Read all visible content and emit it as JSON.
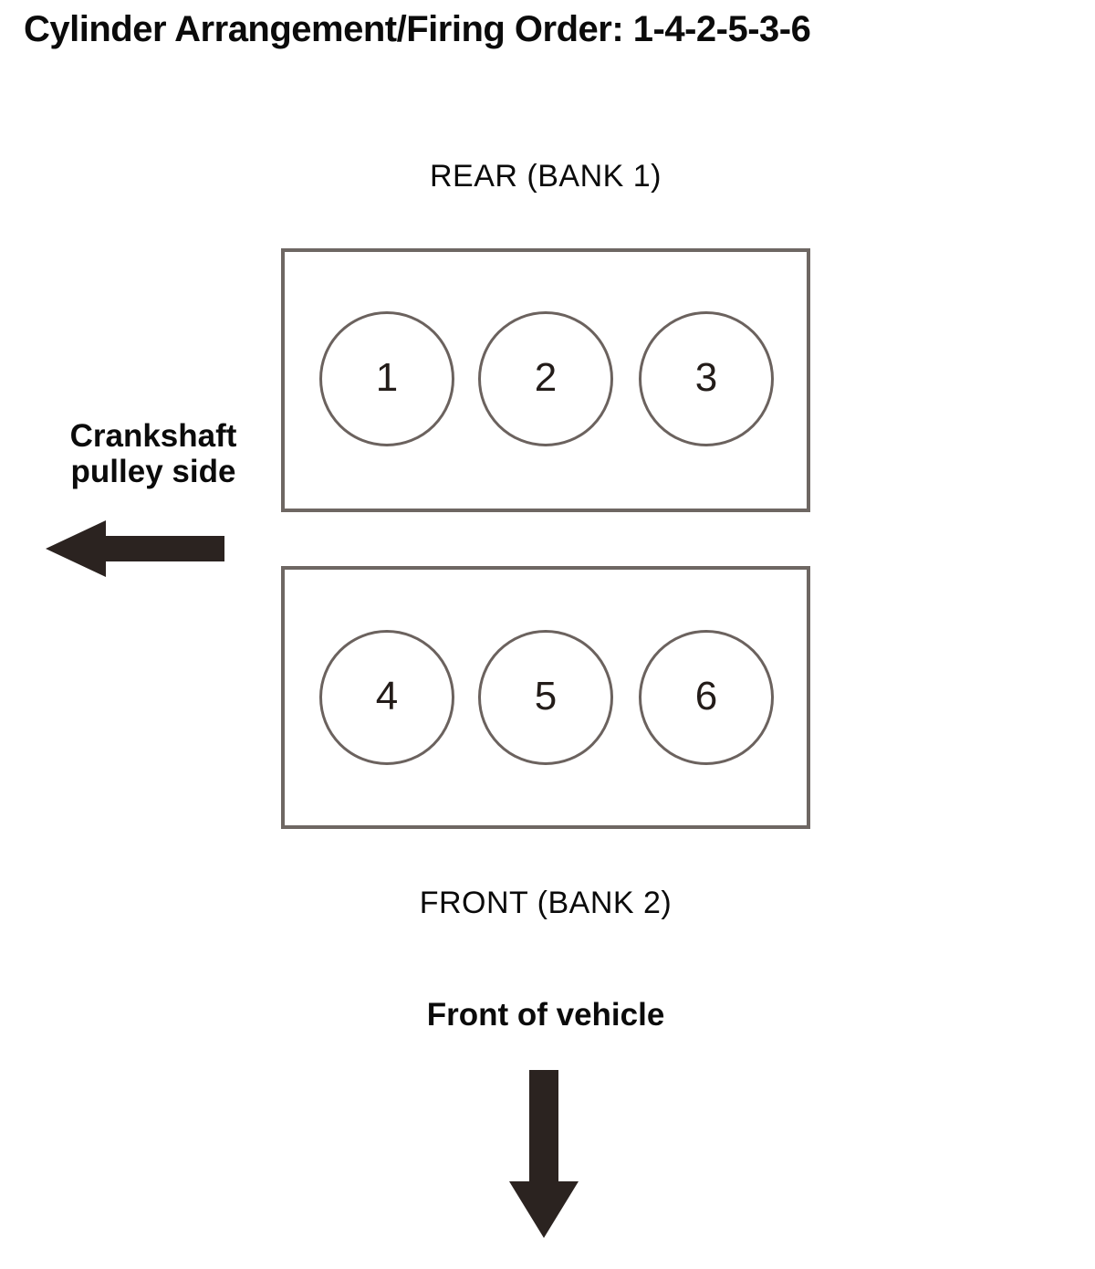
{
  "diagram": {
    "title": "Cylinder Arrangement/Firing Order: 1-4-2-5-3-6",
    "firing_order": "1-4-2-5-3-6",
    "colors": {
      "background": "#ffffff",
      "text": "#0b0b0b",
      "box_border": "#6e6763",
      "circle_border": "#6b625e",
      "arrow_fill": "#2b2320"
    },
    "banks": [
      {
        "id": "rear-bank-1",
        "label": "REAR (BANK 1)",
        "label_position": "above",
        "cylinders": [
          {
            "number": "1",
            "name": "cylinder-1"
          },
          {
            "number": "2",
            "name": "cylinder-2"
          },
          {
            "number": "3",
            "name": "cylinder-3"
          }
        ]
      },
      {
        "id": "front-bank-2",
        "label": "FRONT (BANK 2)",
        "label_position": "below",
        "cylinders": [
          {
            "number": "4",
            "name": "cylinder-4"
          },
          {
            "number": "5",
            "name": "cylinder-5"
          },
          {
            "number": "6",
            "name": "cylinder-6"
          }
        ]
      }
    ],
    "annotations": {
      "crankshaft_label_line1": "Crankshaft",
      "crankshaft_label_line2": "pulley side",
      "crankshaft_arrow_direction": "left",
      "front_of_vehicle_label": "Front of vehicle",
      "front_of_vehicle_arrow_direction": "down"
    }
  }
}
